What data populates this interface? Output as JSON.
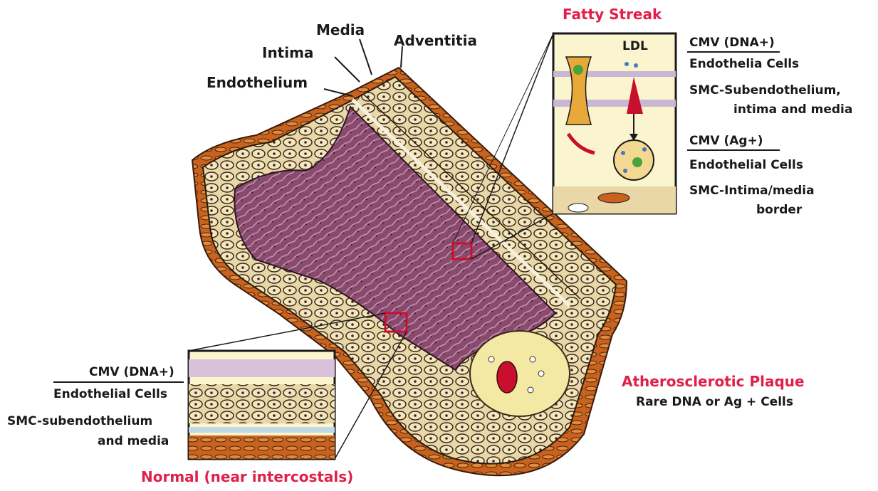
{
  "colors": {
    "accent_red": "#e0204a",
    "label_text": "#1a1a1a",
    "vessel_lumen": "#8a4a6e",
    "adventitia": "#c8621e",
    "media_cells": "#e9d7a8",
    "plaque": "#f3e9a4",
    "inset_bg": "#fbf5cf"
  },
  "layers": {
    "media": "Media",
    "adventitia": "Adventitia",
    "intima": "Intima",
    "endothelium": "Endothelium"
  },
  "fatty_streak": {
    "title": "Fatty Streak",
    "ldl": "LDL",
    "dna_header": "CMV (DNA+)",
    "dna_line1": "Endothelia Cells",
    "dna_line2a": "SMC-Subendothelium,",
    "dna_line2b": "intima and media",
    "ag_header": "CMV (Ag+)",
    "ag_line1": "Endothelial Cells",
    "ag_line2a": "SMC-Intima/media",
    "ag_line2b": "border"
  },
  "plaque": {
    "title": "Atherosclerotic Plaque",
    "subtitle": "Rare DNA or Ag + Cells"
  },
  "normal": {
    "title": "Normal (near intercostals)",
    "dna_header": "CMV (DNA+)",
    "line1": "Endothelial Cells",
    "line2a": "SMC-subendothelium",
    "line2b": "and media"
  }
}
